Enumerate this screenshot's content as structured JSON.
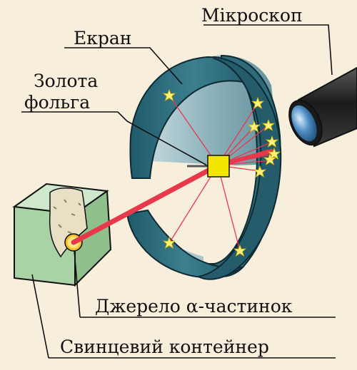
{
  "labels": {
    "microscope": "Мікроскоп",
    "screen": "Екран",
    "foil_line1": "Золота",
    "foil_line2": "фольга",
    "source": "Джерело α-частинок",
    "container": "Свинцевий контейнер"
  },
  "colors": {
    "background": "#f7eedc",
    "ring_outer": "#2e6a7a",
    "ring_inner": "#7aa6b2",
    "foil": "#f2e600",
    "beam": "#e8394a",
    "container": "#a9d3a6",
    "microscope": "#2a2a2a",
    "lens": "#4f8fc4",
    "flash": "#fff27a"
  },
  "icons": {
    "flash": "star-flash-icon",
    "microscope": "microscope-icon",
    "foil": "gold-foil-icon",
    "container": "lead-container-icon",
    "screen": "ring-screen-icon"
  }
}
